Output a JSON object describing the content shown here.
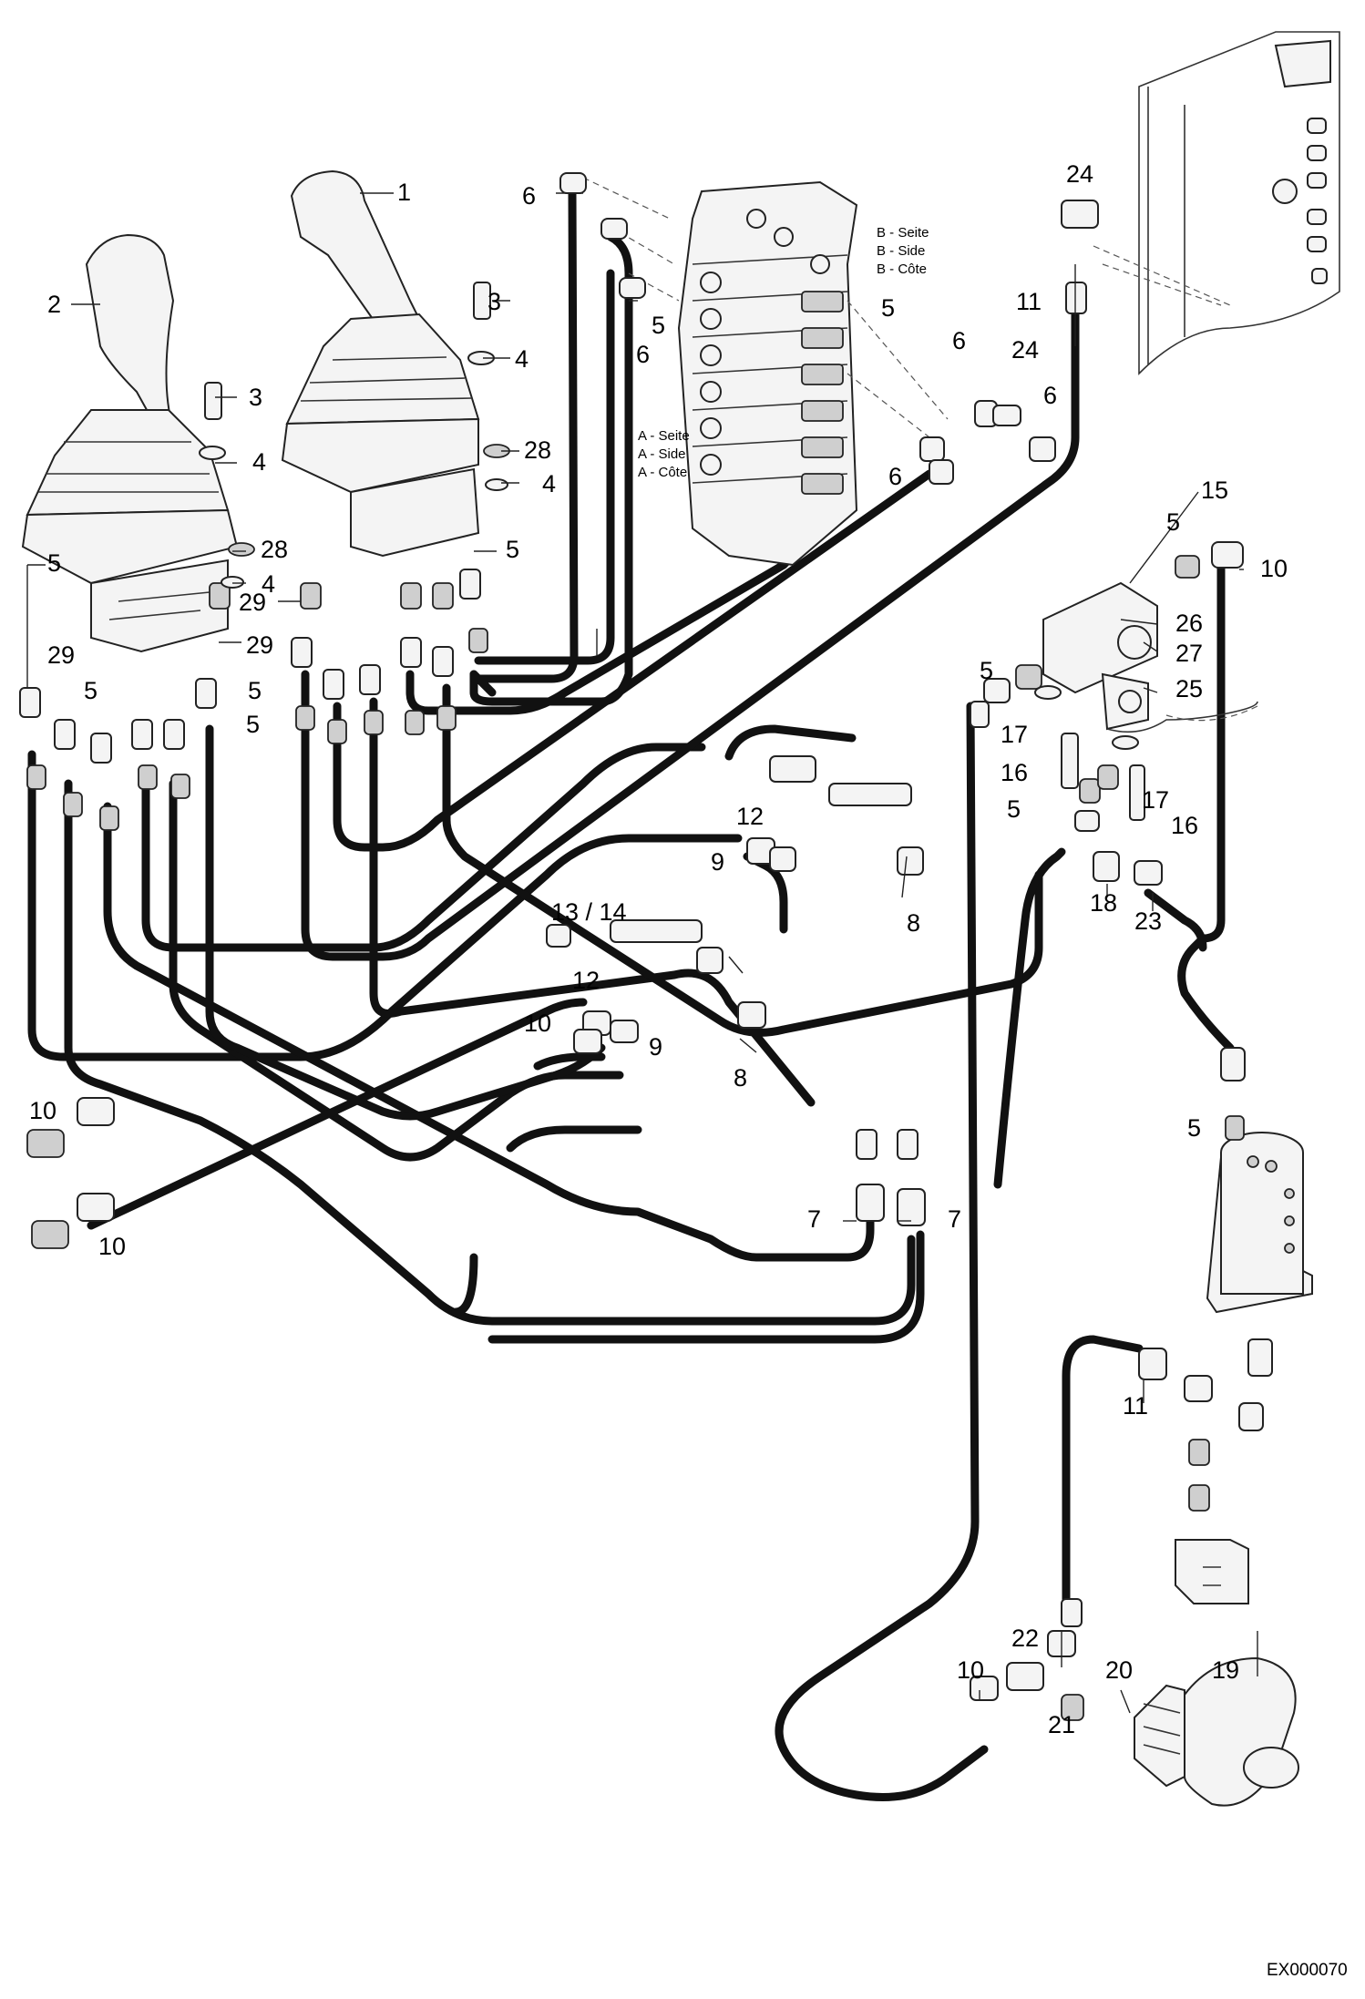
{
  "valve_side_labels": {
    "b_de": "B - Seite",
    "b_en": "B - Side",
    "b_fr": "B - Côte",
    "a_de": "A - Seite",
    "a_en": "A - Side",
    "a_fr": "A - Côte"
  },
  "callouts": {
    "c1": "1",
    "c2": "2",
    "c3a": "3",
    "c3b": "3",
    "c4a": "4",
    "c4b": "4",
    "c4c": "4",
    "c4d": "4",
    "c5a": "5",
    "c5b": "5",
    "c5c": "5",
    "c5d": "5",
    "c5e": "5",
    "c5f": "5",
    "c5g": "5",
    "c5h": "5",
    "c5i": "5",
    "c5j": "5",
    "c5k": "5",
    "c6a": "6",
    "c6b": "6",
    "c6c": "6",
    "c6d": "6",
    "c6e": "6",
    "c7a": "7",
    "c7b": "7",
    "c8a": "8",
    "c8b": "8",
    "c9a": "9",
    "c9b": "9",
    "c10a": "10",
    "c10b": "10",
    "c10c": "10",
    "c10d": "10",
    "c10e": "10",
    "c11a": "11",
    "c11b": "11",
    "c12a": "12",
    "c12b": "12",
    "c1314": "13 / 14",
    "c15": "15",
    "c16a": "16",
    "c16b": "16",
    "c17a": "17",
    "c17b": "17",
    "c18": "18",
    "c19": "19",
    "c20": "20",
    "c21": "21",
    "c22": "22",
    "c23": "23",
    "c24a": "24",
    "c24b": "24",
    "c25": "25",
    "c26": "26",
    "c27": "27",
    "c28a": "28",
    "c28b": "28",
    "c29a": "29",
    "c29b": "29",
    "c29c": "29"
  },
  "drawing_code": "EX000070"
}
